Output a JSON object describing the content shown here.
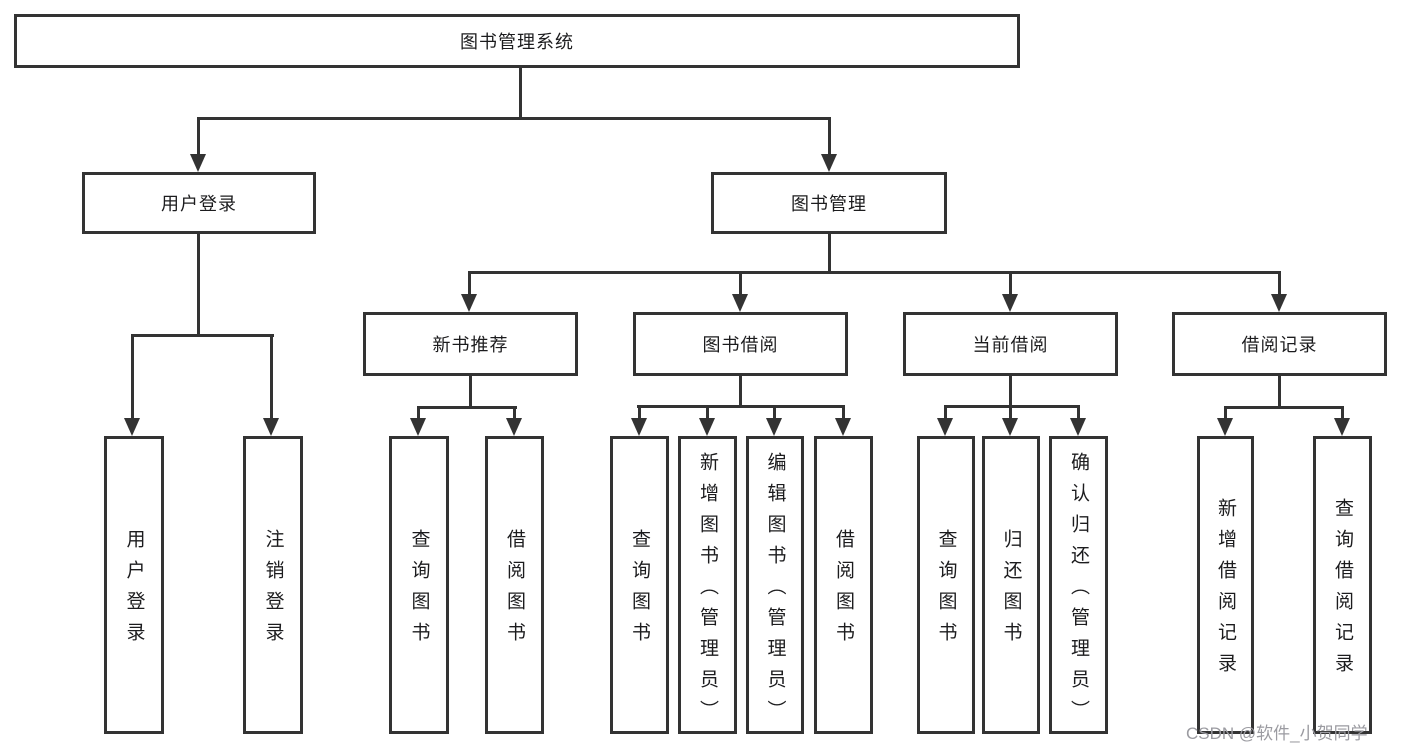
{
  "diagram": {
    "root": {
      "label": "图书管理系统"
    },
    "level2": [
      {
        "id": "user-login",
        "label": "用户登录"
      },
      {
        "id": "book-management",
        "label": "图书管理"
      }
    ],
    "level3": [
      {
        "id": "new-book-recommend",
        "label": "新书推荐"
      },
      {
        "id": "book-borrowing",
        "label": "图书借阅"
      },
      {
        "id": "current-borrowing",
        "label": "当前借阅"
      },
      {
        "id": "borrowing-records",
        "label": "借阅记录"
      }
    ],
    "leaves": [
      {
        "id": "user-login",
        "label": "用户登录"
      },
      {
        "id": "logout",
        "label": "注销登录"
      },
      {
        "id": "query-books-recommend",
        "label": "查询图书"
      },
      {
        "id": "borrow-books-recommend",
        "label": "借阅图书"
      },
      {
        "id": "query-books-borrowing",
        "label": "查询图书"
      },
      {
        "id": "add-book-admin",
        "label": "新增图书（管理员）"
      },
      {
        "id": "edit-book-admin",
        "label": "编辑图书（管理员）"
      },
      {
        "id": "borrow-books-borrowing",
        "label": "借阅图书"
      },
      {
        "id": "query-books-current",
        "label": "查询图书"
      },
      {
        "id": "return-book",
        "label": "归还图书"
      },
      {
        "id": "confirm-return-admin",
        "label": "确认归还（管理员）"
      },
      {
        "id": "add-borrow-record",
        "label": "新增借阅记录"
      },
      {
        "id": "query-borrow-record",
        "label": "查询借阅记录"
      }
    ],
    "watermark": "CSDN @软件_小贺同学",
    "colors": {
      "line": "#333333",
      "text": "#1c1c1e",
      "watermark": "#9b9ba1",
      "background": "#ffffff"
    }
  }
}
